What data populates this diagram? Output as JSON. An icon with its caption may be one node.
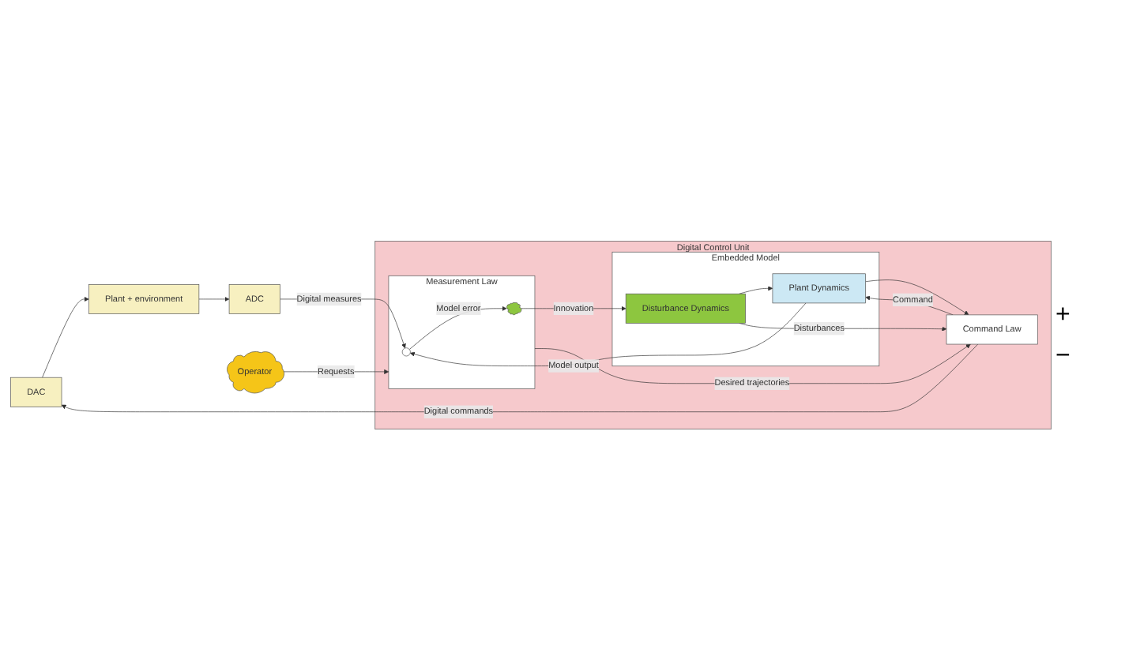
{
  "diagram": {
    "nodes": [
      {
        "text": [
          "DAC"
        ]
      },
      {
        "text": [
          "Plant + environment"
        ]
      },
      {
        "text": [
          "ADC"
        ]
      },
      {
        "text": [
          "Digital Control Unit"
        ]
      },
      {
        "text": [
          "Command Law"
        ],
        "in": 3
      },
      {
        "text": [
          "Embedded Model"
        ],
        "in": 3
      },
      {
        "text": [
          "Plant Dynamics"
        ],
        "in": 5
      },
      {
        "text": [
          "Disturbance Dynamics"
        ],
        "in": 5
      },
      {
        "text": [
          "Measurement Law"
        ],
        "in": 3
      },
      {
        "text": [],
        "shape": "circle",
        "in": 8
      },
      {
        "text": [],
        "shape": "cloud",
        "in": 8
      },
      {
        "text": [
          "Operator"
        ]
      }
    ],
    "edges": [
      {
        "from": 4,
        "to": 0,
        "arrow": "to",
        "label": "Digital commands"
      },
      {
        "from": 0,
        "to": 1,
        "arrow": "to"
      },
      {
        "from": 1,
        "to": 2,
        "arrow": "to"
      },
      {
        "from": 2,
        "to": 9,
        "arrow": "to",
        "label": "Digital measures"
      },
      {
        "from": 4,
        "to": 6,
        "arrow": "to",
        "label": "Command"
      },
      {
        "from": 6,
        "to": 4,
        "arrow": "to"
      },
      {
        "from": 7,
        "to": 6,
        "arrow": "to"
      },
      {
        "from": 7,
        "to": 4,
        "arrow": "to",
        "label": "Disturbances"
      },
      {
        "from": 6,
        "to": 9,
        "arrow": "to",
        "label": "Model output"
      },
      {
        "from": 9,
        "to": 10,
        "arrow": "to",
        "label": "Model error"
      },
      {
        "from": 10,
        "to": 7,
        "arrow": "to",
        "label": "Innovation"
      },
      {
        "from": 8,
        "to": 4,
        "arrow": "to",
        "label": "Desired trajectories"
      },
      {
        "from": 11,
        "to": 8,
        "arrow": "to",
        "label": "Requests"
      }
    ],
    "labels": [
      "+",
      "−"
    ]
  }
}
